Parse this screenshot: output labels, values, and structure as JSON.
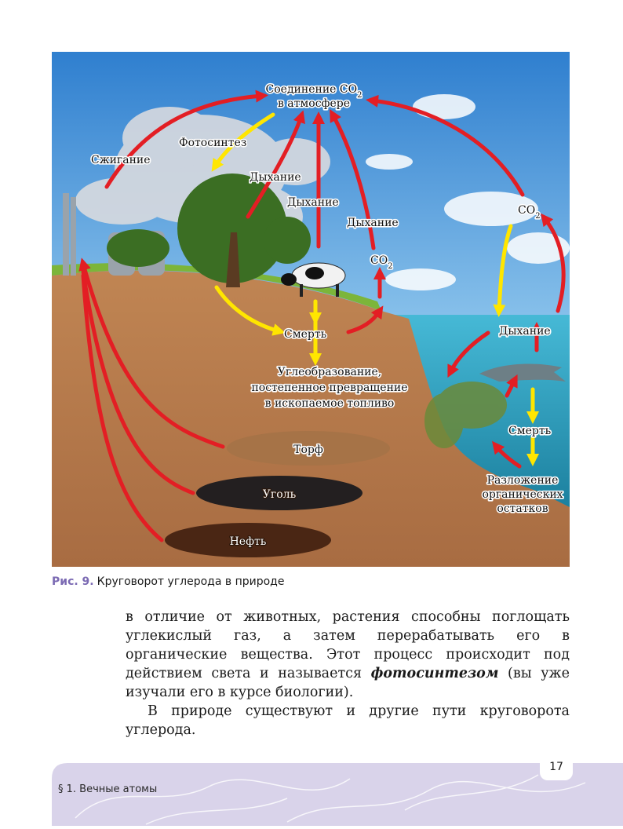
{
  "figure": {
    "labels": {
      "atm_line1": "Соединение CO",
      "atm_sub": "2",
      "atm_line2": "в атмосфере",
      "burning": "Сжигание",
      "photosynthesis": "Фотосинтез",
      "respiration_1": "Дыхание",
      "respiration_2": "Дыхание",
      "respiration_3": "Дыхание",
      "co2_land": "CO",
      "co2_land_sub": "2",
      "co2_sea": "CO",
      "co2_sea_sub": "2",
      "respiration_sea": "Дыхание",
      "death_land": "Смерть",
      "coal_line1": "Углеобразование,",
      "coal_line2": "постепенное превращение",
      "coal_line3": "в ископаемое топливо",
      "peat": "Торф",
      "coal": "Уголь",
      "oil": "Нефть",
      "death_sea": "Смерть",
      "decomp_line1": "Разложение",
      "decomp_line2": "органических",
      "decomp_line3": "остатков"
    },
    "colors": {
      "arrow_red": "#e31e24",
      "arrow_yellow": "#ffe600",
      "sky": "#3f8ed6",
      "soil": "#b87a4e",
      "water": "#2aa6c4",
      "peat": "#a67347",
      "coal": "#231f20",
      "oil": "#4a2614"
    }
  },
  "caption": {
    "number": "Рис. 9.",
    "text": "Круговорот углерода в природе"
  },
  "body": {
    "p1_before": "в отличие от животных, растения способны поглощать углекислый газ, а затем перерабатывать его в органические вещества. Этот процесс происходит под действием света и называется ",
    "p1_emph": "фотосинтезом",
    "p1_after": " (вы уже изучали его в курсе биологии).",
    "p2": "В природе существуют и другие пути круговорота углерода."
  },
  "footer": {
    "page_number": "17",
    "chapter": "§ 1. Вечные атомы",
    "band_color": "#d9d3ea"
  }
}
